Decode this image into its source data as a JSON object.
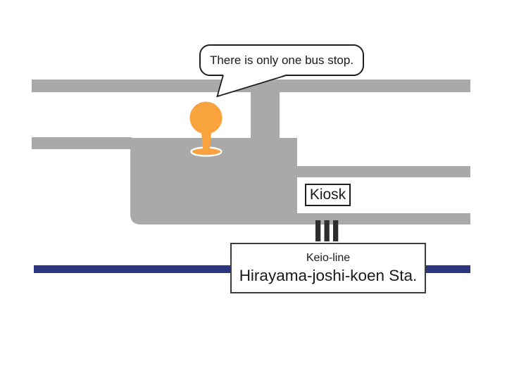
{
  "canvas": {
    "background": "#ffffff"
  },
  "colors": {
    "road": "#a9a9a9",
    "rail": "#2b367f",
    "pin": "#f8a33d",
    "gate": "#2d2d2d",
    "ink": "#1a1a1a",
    "border": "#1f1f1f"
  },
  "callout": {
    "text": "There is only one bus stop."
  },
  "kiosk": {
    "label": "Kiosk"
  },
  "station": {
    "line_name": "Keio-line",
    "station_name": "Hirayama-joshi-koen Sta."
  },
  "icons": {
    "pin": "bus-stop-pin",
    "gates": "ticket-gates",
    "rail": "railway-line"
  }
}
